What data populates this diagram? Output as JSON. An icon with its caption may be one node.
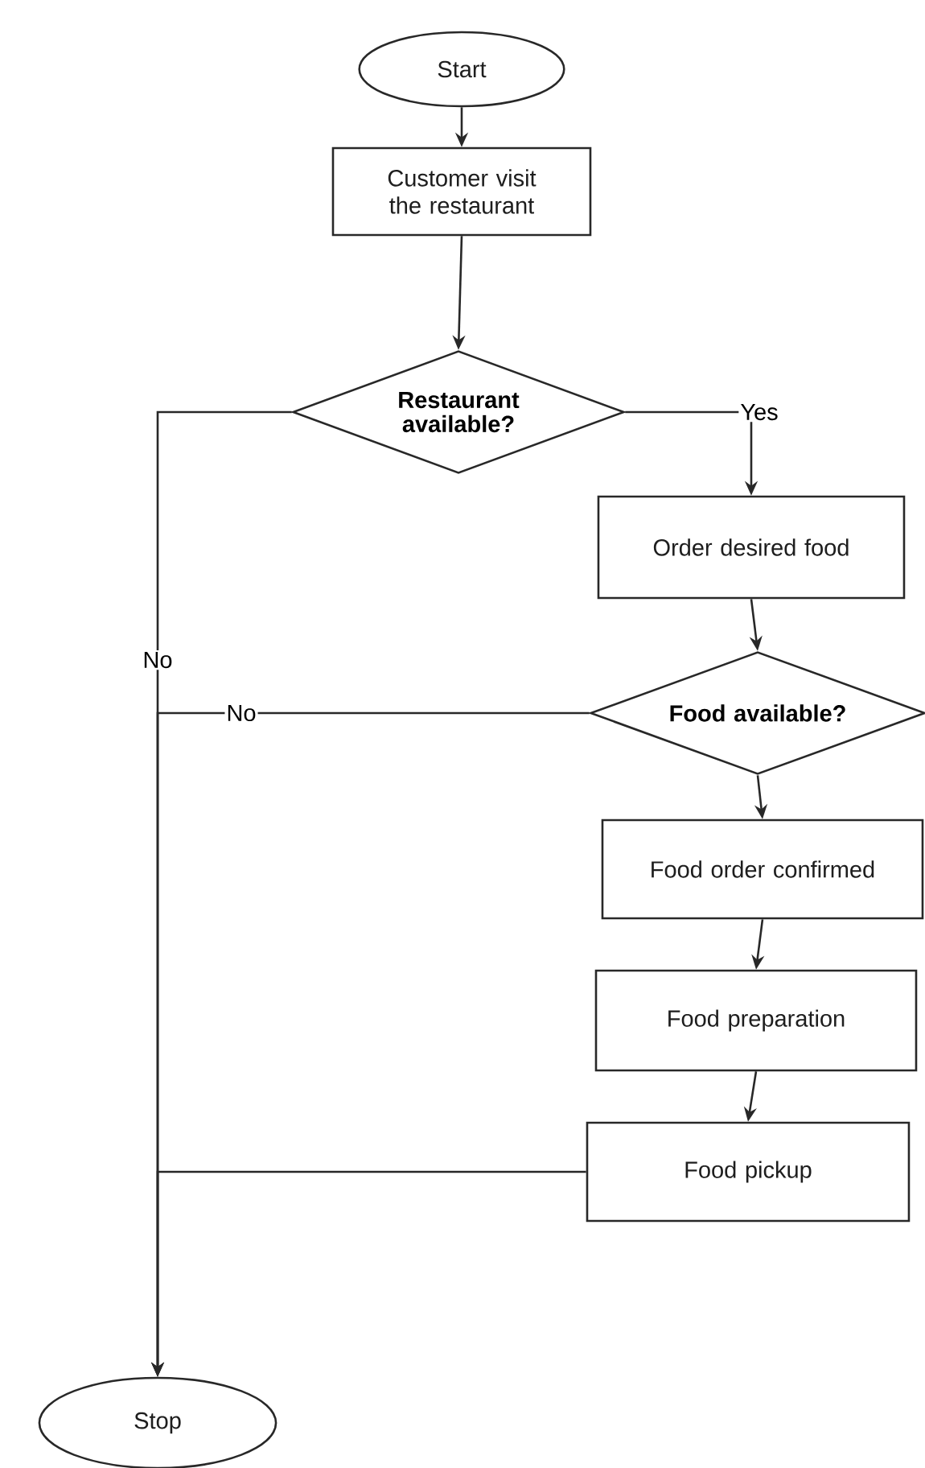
{
  "diagram": {
    "nodes": [
      {
        "text": [
          "Start"
        ]
      },
      {
        "text": [
          "Customer visit the restaurant"
        ]
      },
      {
        "text": [
          "Restaurant available?"
        ]
      },
      {
        "text": [
          "Order desired food"
        ]
      },
      {
        "text": [
          "Food available?"
        ]
      },
      {
        "text": [
          "Food order confirmed"
        ]
      },
      {
        "text": [
          "Food preparation"
        ]
      },
      {
        "text": [
          "Food pickup"
        ]
      },
      {
        "text": [
          "Stop"
        ]
      }
    ],
    "edges": [
      {
        "from": 0,
        "to": 1,
        "arrow": "to"
      },
      {
        "from": 1,
        "to": 2,
        "arrow": "to"
      },
      {
        "from": 2,
        "to": 3,
        "arrow": "to",
        "label": "Yes"
      },
      {
        "from": 3,
        "to": 4,
        "arrow": "to"
      },
      {
        "from": 4,
        "to": 5,
        "arrow": "to"
      },
      {
        "from": 5,
        "to": 6,
        "arrow": "to"
      },
      {
        "from": 6,
        "to": 7,
        "arrow": "to"
      },
      {
        "from": 2,
        "to": 8,
        "arrow": "to",
        "label": "No"
      },
      {
        "from": 4,
        "to": 8,
        "arrow": "to",
        "label": "No"
      },
      {
        "from": 7,
        "to": 8,
        "arrow": "to"
      }
    ]
  }
}
